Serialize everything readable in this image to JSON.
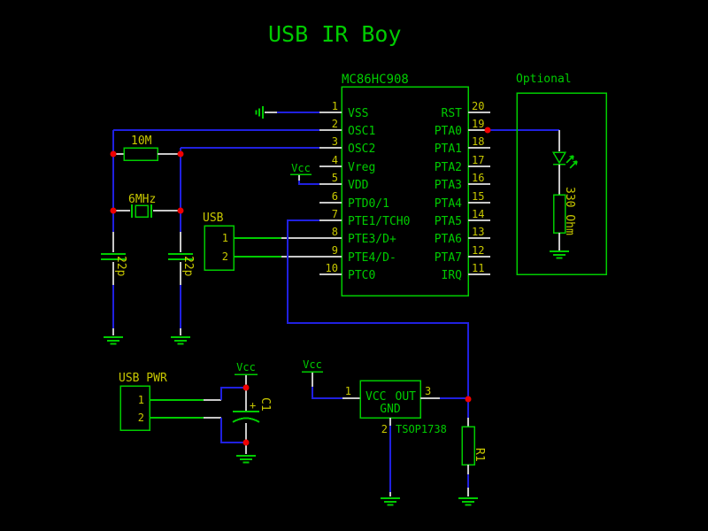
{
  "title": "USB IR Boy",
  "colors": {
    "background": "#000000",
    "component_green": "#00CC00",
    "label_yellow": "#C8C800",
    "wire_blue": "#2020E0",
    "pin_stub_gray": "#C8C8C8",
    "junction_red": "#EE0000"
  },
  "mcu": {
    "part": "MC86HC908",
    "left_pins": [
      {
        "num": "1",
        "label": "VSS"
      },
      {
        "num": "2",
        "label": "OSC1"
      },
      {
        "num": "3",
        "label": "OSC2"
      },
      {
        "num": "4",
        "label": "Vreg"
      },
      {
        "num": "5",
        "label": "VDD"
      },
      {
        "num": "6",
        "label": "PTD0/1"
      },
      {
        "num": "7",
        "label": "PTE1/TCH0"
      },
      {
        "num": "8",
        "label": "PTE3/D+"
      },
      {
        "num": "9",
        "label": "PTE4/D-"
      },
      {
        "num": "10",
        "label": "PTC0"
      }
    ],
    "right_pins": [
      {
        "num": "20",
        "label": "RST"
      },
      {
        "num": "19",
        "label": "PTA0"
      },
      {
        "num": "18",
        "label": "PTA1"
      },
      {
        "num": "17",
        "label": "PTA2"
      },
      {
        "num": "16",
        "label": "PTA3"
      },
      {
        "num": "15",
        "label": "PTA4"
      },
      {
        "num": "14",
        "label": "PTA5"
      },
      {
        "num": "13",
        "label": "PTA6"
      },
      {
        "num": "12",
        "label": "PTA7"
      },
      {
        "num": "11",
        "label": "IRQ"
      }
    ]
  },
  "oscillator": {
    "feedback_resistor": "10M",
    "crystal": "6MHz",
    "cap_left": "22p",
    "cap_right": "22p"
  },
  "usb_connector": {
    "label": "USB",
    "pin1": "1",
    "pin2": "2"
  },
  "optional": {
    "label": "Optional",
    "resistor": "330 Ohm"
  },
  "power": {
    "label": "USB PWR",
    "pin1": "1",
    "pin2": "2",
    "vcc": "Vcc",
    "cap_plus": "+",
    "cap_name": "C1"
  },
  "ir": {
    "vcc": "Vcc",
    "pin1": "1",
    "pin2": "2",
    "pin3": "3",
    "vcc_pin": "VCC",
    "out_pin": "OUT",
    "gnd_pin": "GND",
    "part": "TSOP1738",
    "resistor": "R1"
  }
}
